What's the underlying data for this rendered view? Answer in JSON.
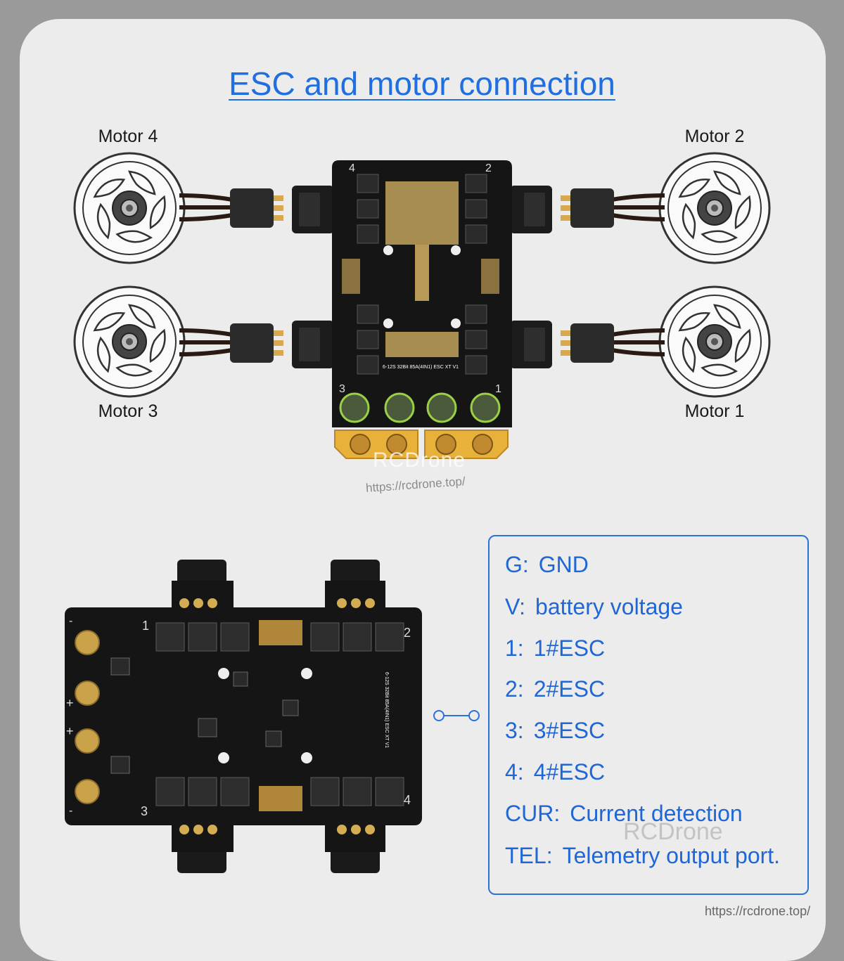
{
  "title": "ESC and motor connection",
  "motors": {
    "m4": "Motor 4",
    "m2": "Motor 2",
    "m3": "Motor 3",
    "m1": "Motor 1"
  },
  "board_top": {
    "corner_4": "4",
    "corner_2": "2",
    "corner_3": "3",
    "corner_1": "1",
    "silkscreen": "6-12S 32Bit 85A(4IN1) ESC XT V1"
  },
  "board_bottom": {
    "corner_1": "1",
    "corner_2": "2",
    "corner_3": "3",
    "corner_4": "4",
    "silkscreen": "6-12S 32Bit 85A(4IN1) ESC XT V1",
    "minus_1": "-",
    "plus_1": "+",
    "plus_2": "+",
    "minus_2": "-"
  },
  "legend": [
    {
      "key": "G:",
      "value": "GND"
    },
    {
      "key": "V:",
      "value": "battery voltage"
    },
    {
      "key": "1:",
      "value": "1#ESC"
    },
    {
      "key": "2:",
      "value": "2#ESC"
    },
    {
      "key": "3:",
      "value": "3#ESC"
    },
    {
      "key": "4:",
      "value": "4#ESC"
    },
    {
      "key": "CUR:",
      "value": "Current detection"
    },
    {
      "key": "TEL:",
      "value": "Telemetry output port."
    }
  ],
  "watermarks": {
    "brand": "RCDrone",
    "url": "https://rcdrone.top/",
    "brand2": "RCDrone",
    "url2": "https://rcdrone.top/"
  },
  "colors": {
    "title_blue": "#1f6fe0",
    "pcb_black": "#151515",
    "gold": "#c9a24a",
    "xt_yellow": "#e8b13a"
  }
}
